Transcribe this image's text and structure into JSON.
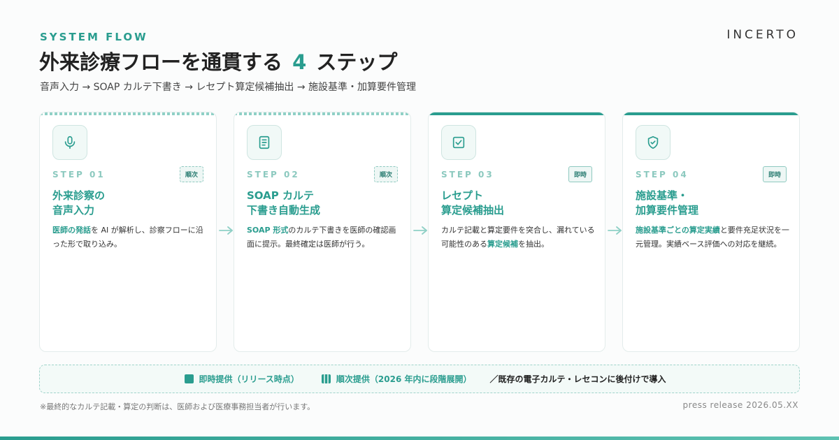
{
  "header": {
    "kicker": "SYSTEM FLOW",
    "title_main": "外来診療フローを通貫する",
    "title_num": "4",
    "title_tail": "ステップ",
    "subtitle": "音声入力 → SOAP カルテ下書き → レセプト算定候補抽出 → 施設基準・加算要件管理",
    "logo": "INCERTO"
  },
  "colors": {
    "accent": "#2a9d8f",
    "accent_light": "#8fd0c6"
  },
  "steps": [
    {
      "icon": "microphone-icon",
      "label": "STEP 01",
      "badge": "順次",
      "mode": "seq",
      "title": "外来診察の\n音声入力",
      "desc_strong": "医師の発話",
      "desc_rest": "を AI が解析し、診察フローに沿った形で取り込み。"
    },
    {
      "icon": "document-icon",
      "label": "STEP 02",
      "badge": "順次",
      "mode": "seq",
      "title": "SOAP カルテ\n下書き自動生成",
      "desc_strong": "SOAP 形式",
      "desc_rest": "のカルテ下書きを医師の確認画面に提示。最終確定は医師が行う。"
    },
    {
      "icon": "checkbox-icon",
      "label": "STEP 03",
      "badge": "即時",
      "mode": "now",
      "title": "レセプト\n算定候補抽出",
      "desc_pre": "カルテ記載と算定要件を突合し、漏れている可能性のある",
      "desc_strong": "算定候補",
      "desc_rest": "を抽出。"
    },
    {
      "icon": "shield-check-icon",
      "label": "STEP 04",
      "badge": "即時",
      "mode": "now",
      "title": "施設基準・\n加算要件管理",
      "desc_strong": "施設基準ごとの算定実績",
      "desc_rest": "と要件充足状況を一元管理。実績ベース評価への対応を継続。"
    }
  ],
  "legend": {
    "now_label": "即時提供（リリース時点）",
    "seq_label": "順次提供（2026 年内に段階展開）",
    "note": "／既存の電子カルテ・レセコンに後付けで導入"
  },
  "footer": {
    "footnote": "※最終的なカルテ記載・算定の判断は、医師および医療事務担当者が行います。",
    "press": "press release 2026.05.XX"
  }
}
